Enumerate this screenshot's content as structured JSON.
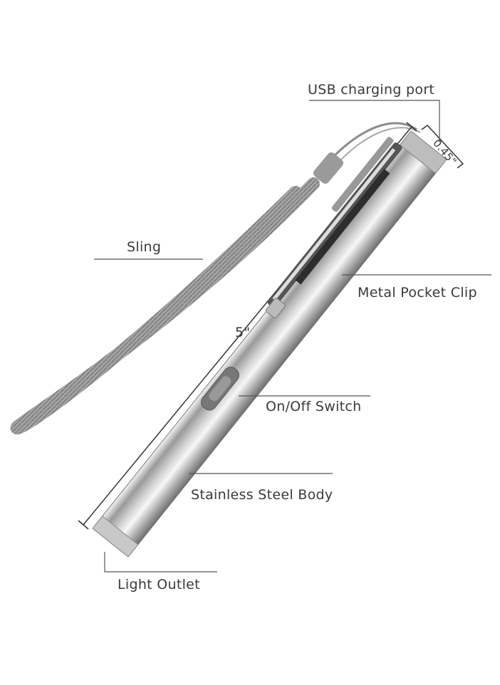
{
  "labels": {
    "usb_port": "USB charging port",
    "diameter": "0.45\"",
    "sling": "Sling",
    "length": "5\"",
    "pocket_clip": "Metal Pocket Clip",
    "switch": "On/Off Switch",
    "body": "Stainless Steel Body",
    "light_outlet": "Light Outlet"
  },
  "colors": {
    "steel_light": "#e8e8e8",
    "steel_dark": "#8a8a8a",
    "strap": "#9a9a9a",
    "text": "#3a3a3a"
  }
}
